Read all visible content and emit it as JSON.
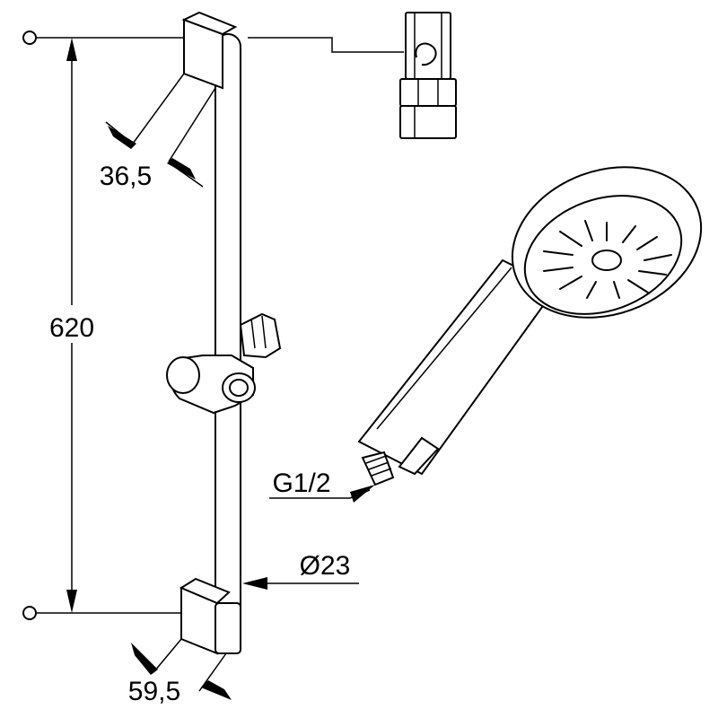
{
  "dimensions": {
    "height_label": "620",
    "wall_offset_top": "36,5",
    "wall_offset_bottom": "59,5",
    "rail_diameter": "Ø23",
    "thread": "G1/2"
  },
  "colors": {
    "line": "#000000",
    "background": "#ffffff"
  }
}
